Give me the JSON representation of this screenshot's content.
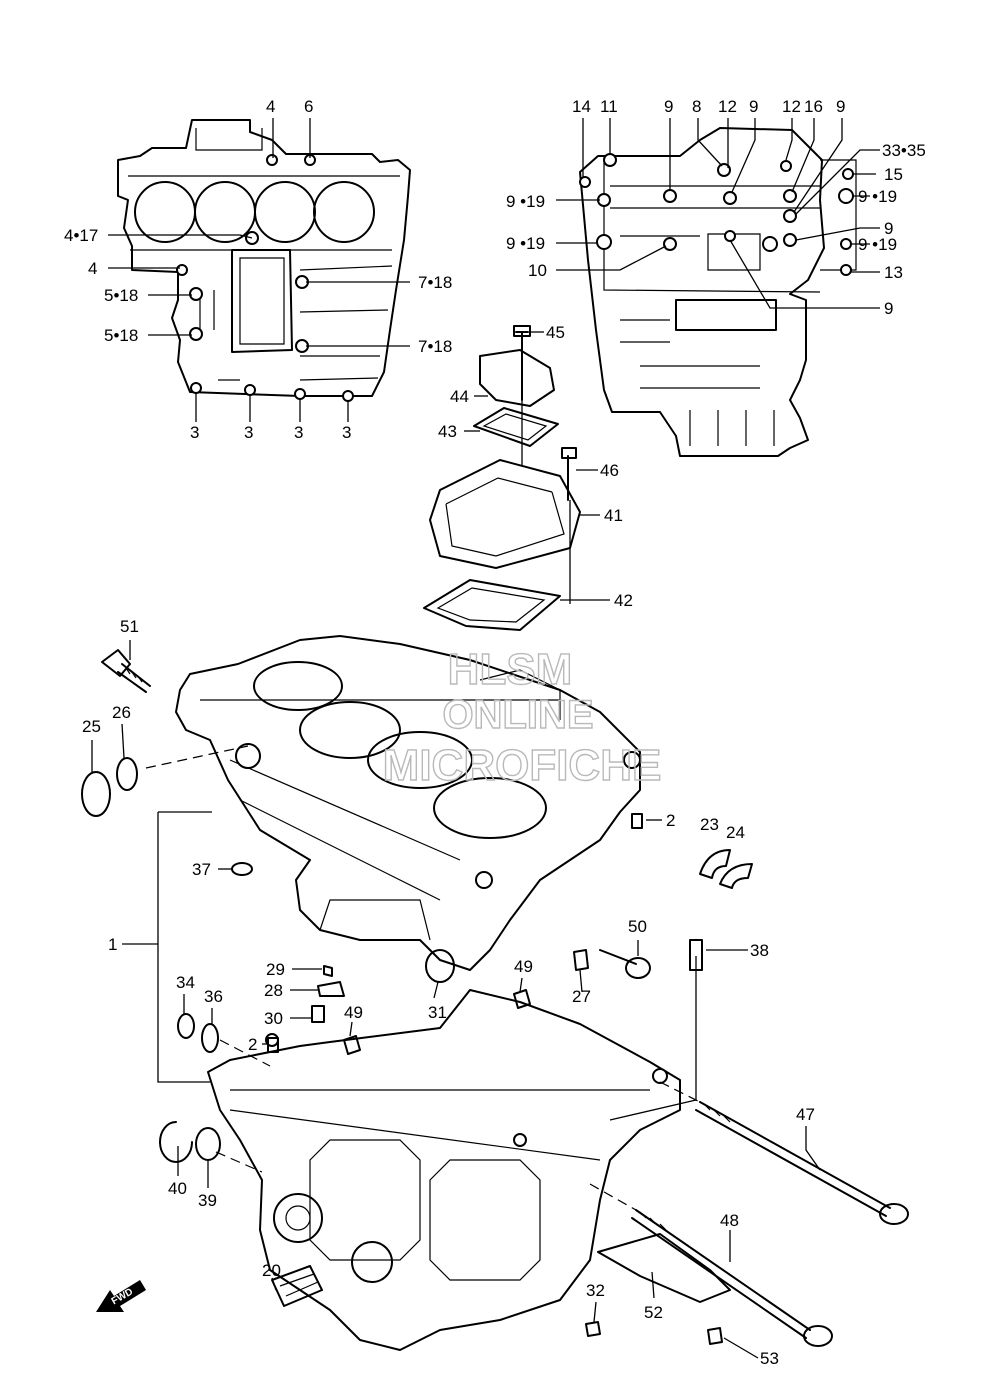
{
  "watermark": {
    "line1": "HLSM",
    "line2": "ONLINE",
    "line3": "MICROFICHE"
  },
  "fwd_label": "FWD",
  "callouts": [
    {
      "id": "c4a",
      "text": "4"
    },
    {
      "id": "c6",
      "text": "6"
    },
    {
      "id": "c4-17",
      "text": "4•17"
    },
    {
      "id": "c4b",
      "text": "4"
    },
    {
      "id": "c5-18a",
      "text": "5•18"
    },
    {
      "id": "c5-18b",
      "text": "5•18"
    },
    {
      "id": "c7-18a",
      "text": "7•18"
    },
    {
      "id": "c7-18b",
      "text": "7•18"
    },
    {
      "id": "c3a",
      "text": "3"
    },
    {
      "id": "c3b",
      "text": "3"
    },
    {
      "id": "c3c",
      "text": "3"
    },
    {
      "id": "c3d",
      "text": "3"
    },
    {
      "id": "c14",
      "text": "14"
    },
    {
      "id": "c11",
      "text": "11"
    },
    {
      "id": "c9a",
      "text": "9"
    },
    {
      "id": "c8",
      "text": "8"
    },
    {
      "id": "c12a",
      "text": "12"
    },
    {
      "id": "c9b",
      "text": "9"
    },
    {
      "id": "c12b",
      "text": "12"
    },
    {
      "id": "c16",
      "text": "16"
    },
    {
      "id": "c9c",
      "text": "9"
    },
    {
      "id": "c33-35",
      "text": "33•35"
    },
    {
      "id": "c15",
      "text": "15"
    },
    {
      "id": "c9-19a",
      "text": "9 •19"
    },
    {
      "id": "c9-19b",
      "text": "9 •19"
    },
    {
      "id": "c9-19c",
      "text": "9 •19"
    },
    {
      "id": "c9-19d",
      "text": "9 •19"
    },
    {
      "id": "c9d",
      "text": "9"
    },
    {
      "id": "c10",
      "text": "10"
    },
    {
      "id": "c13",
      "text": "13"
    },
    {
      "id": "c9e",
      "text": "9"
    },
    {
      "id": "c45",
      "text": "45"
    },
    {
      "id": "c44",
      "text": "44"
    },
    {
      "id": "c43",
      "text": "43"
    },
    {
      "id": "c46",
      "text": "46"
    },
    {
      "id": "c41",
      "text": "41"
    },
    {
      "id": "c42",
      "text": "42"
    },
    {
      "id": "c51",
      "text": "51"
    },
    {
      "id": "c25",
      "text": "25"
    },
    {
      "id": "c26",
      "text": "26"
    },
    {
      "id": "c2a",
      "text": "2"
    },
    {
      "id": "c23",
      "text": "23"
    },
    {
      "id": "c24",
      "text": "24"
    },
    {
      "id": "c37",
      "text": "37"
    },
    {
      "id": "c1",
      "text": "1"
    },
    {
      "id": "c50",
      "text": "50"
    },
    {
      "id": "c38",
      "text": "38"
    },
    {
      "id": "c29",
      "text": "29"
    },
    {
      "id": "c28",
      "text": "28"
    },
    {
      "id": "c31",
      "text": "31"
    },
    {
      "id": "c49a",
      "text": "49"
    },
    {
      "id": "c27",
      "text": "27"
    },
    {
      "id": "c34",
      "text": "34"
    },
    {
      "id": "c36",
      "text": "36"
    },
    {
      "id": "c30",
      "text": "30"
    },
    {
      "id": "c49b",
      "text": "49"
    },
    {
      "id": "c2b",
      "text": "2"
    },
    {
      "id": "c47",
      "text": "47"
    },
    {
      "id": "c40",
      "text": "40"
    },
    {
      "id": "c39",
      "text": "39"
    },
    {
      "id": "c48",
      "text": "48"
    },
    {
      "id": "c20",
      "text": "20"
    },
    {
      "id": "c32",
      "text": "32"
    },
    {
      "id": "c52",
      "text": "52"
    },
    {
      "id": "c53",
      "text": "53"
    }
  ]
}
